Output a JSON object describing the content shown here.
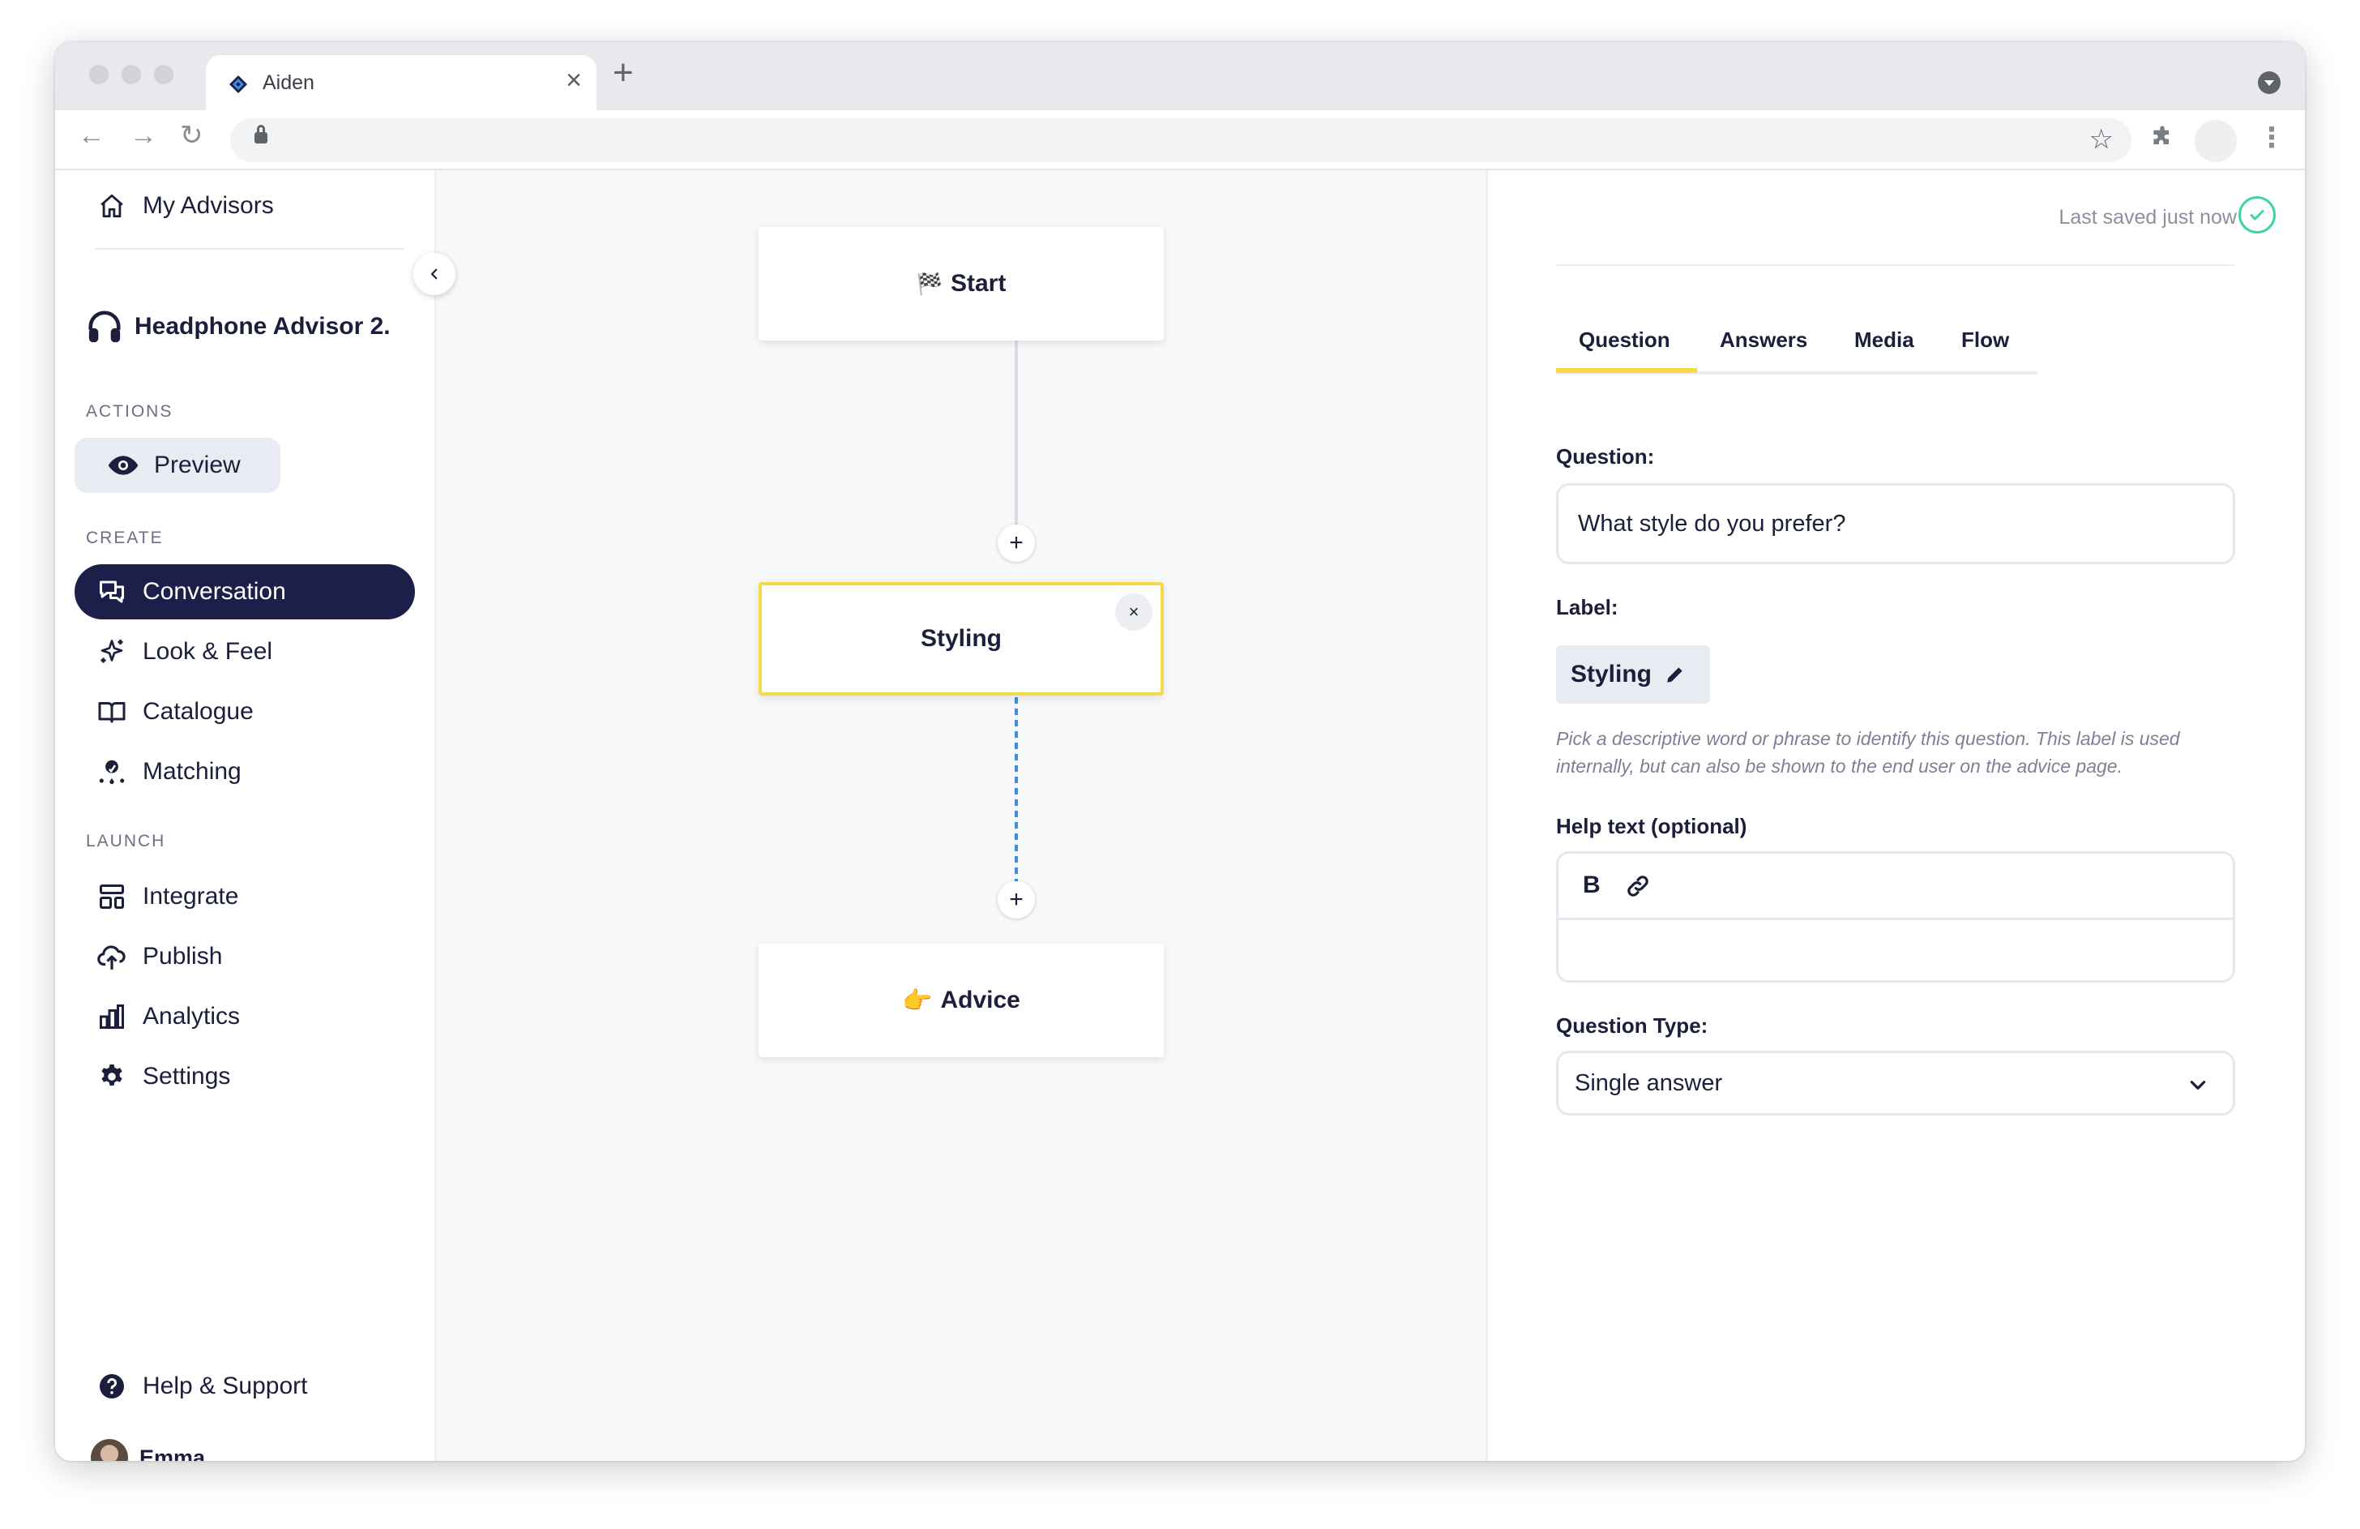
{
  "browser": {
    "tab_title": "Aiden",
    "tab_close": "×",
    "new_tab": "+"
  },
  "sidebar": {
    "home_label": "My Advisors",
    "advisor_name": "Headphone Advisor 2.",
    "sections": {
      "actions": "ACTIONS",
      "create": "CREATE",
      "launch": "LAUNCH"
    },
    "preview_label": "Preview",
    "create_items": [
      {
        "label": "Conversation",
        "icon": "chat-icon",
        "active": true
      },
      {
        "label": "Look & Feel",
        "icon": "sparkle-icon",
        "active": false
      },
      {
        "label": "Catalogue",
        "icon": "book-icon",
        "active": false
      },
      {
        "label": "Matching",
        "icon": "award-icon",
        "active": false
      }
    ],
    "launch_items": [
      {
        "label": "Integrate",
        "icon": "layout-icon"
      },
      {
        "label": "Publish",
        "icon": "upload-icon"
      },
      {
        "label": "Analytics",
        "icon": "bar-chart-icon"
      },
      {
        "label": "Settings",
        "icon": "gear-icon"
      }
    ],
    "help_label": "Help & Support",
    "user_name": "Emma"
  },
  "canvas": {
    "start_label": "Start",
    "start_emoji": "🏁",
    "question_label": "Styling",
    "node_close": "×",
    "advice_label": "Advice",
    "advice_emoji": "👉",
    "plus": "+"
  },
  "panel": {
    "saved_text": "Last saved just now",
    "tabs": [
      "Question",
      "Answers",
      "Media",
      "Flow"
    ],
    "active_tab": "Question",
    "question_label": "Question:",
    "question_value": "What style do you prefer?",
    "label_label": "Label:",
    "label_value": "Styling",
    "label_hint": "Pick a descriptive word or phrase to identify this question. This label is used internally, but can also be shown to the end user on the advice page.",
    "help_label": "Help text (optional)",
    "bold_btn": "B",
    "type_label": "Question Type:",
    "type_value": "Single answer"
  },
  "colors": {
    "navy": "#1b1f4a",
    "accent_yellow": "#f5da4a",
    "saved_green": "#3dd5a0",
    "connector_blue": "#3b8fe0"
  }
}
